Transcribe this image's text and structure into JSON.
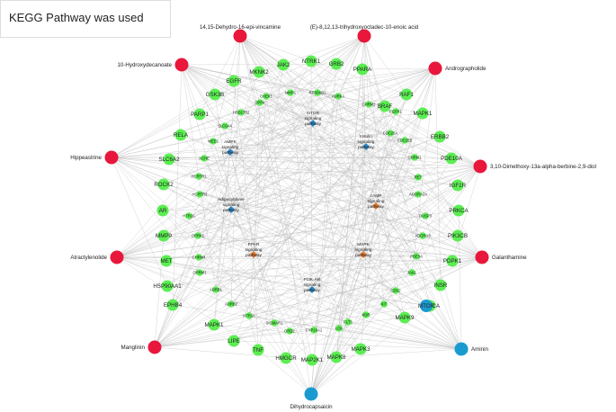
{
  "caption": "KEGG Pathway was used",
  "colors": {
    "compound": "#e8173b",
    "target": "#5bee52",
    "pathway": "#2a86c4",
    "central_target": "#e2762a",
    "blue_node": "#1a9bd0",
    "edge": "#b8b8b8"
  },
  "nodes": {
    "compounds": [
      "14,15-Dehydro-16-epi-vincamine",
      "(E)-8,12,13-trihydroxyoctadec-10-enoic acid",
      "10-Hydroxydecanoate",
      "Andrographolide",
      "Hippeastrine",
      "3,10-Dimethoxy-13a-alpha-berbine-2,9-diol",
      "Atractylenolide",
      "Galanthamine",
      "Manglinin"
    ],
    "outer_targets": [
      "JAK2",
      "NTRK1",
      "GRB2",
      "PPARA",
      "MKNK2",
      "EGFR",
      "BRAF",
      "GSK3B",
      "RAF1",
      "PARP1",
      "MAPK1",
      "RELA",
      "ERBB2",
      "SLC6A2",
      "PDE10A",
      "ROCK2",
      "IGF1R",
      "AR",
      "PRKCA",
      "MMP9",
      "PIK3CB",
      "MET",
      "PDPK1",
      "HSP90AA1",
      "INSR",
      "EPHB4",
      "PIK3CA",
      "MAPK1",
      "MAPK9",
      "LIPE",
      "TNF",
      "HMGCR",
      "MAP2K1",
      "MAPK8",
      "MAPK3"
    ],
    "inner_targets": [
      "CHEK1",
      "MMP1",
      "RPS6KB1",
      "AURKA",
      "HSD17B2",
      "DPP4",
      "CHRM2",
      "FGFR1",
      "SLC6A4",
      "CDC25A",
      "WEE1",
      "CDC25B",
      "ACHE",
      "CHRM1",
      "HCRTR1",
      "RET",
      "HCRTR2",
      "ADORA2A",
      "HTR2A",
      "DUSP3",
      "OPRK1",
      "ADORA3",
      "CHRM4",
      "PDE3A",
      "OPRM1",
      "JAK1",
      "ADRB1",
      "CDK2",
      "ADRB2",
      "KIT",
      "HTR1A",
      "SIGMAR1",
      "DRD2",
      "CYP19A1",
      "LCK",
      "FLT3",
      "KDR"
    ],
    "pathways": [
      "mTOR signaling pathway",
      "Insulin signaling pathway",
      "AMPK signaling pathway",
      "cAMP signaling pathway",
      "Adipocytokine signaling pathway",
      "PPAR signaling pathway",
      "MAPK signaling pathway",
      "PI3K-Akt signaling pathway"
    ],
    "blue_targets": [
      "MTOR"
    ],
    "blue_compounds": [
      "Aminin",
      "Dihydrocapsaicin"
    ]
  }
}
